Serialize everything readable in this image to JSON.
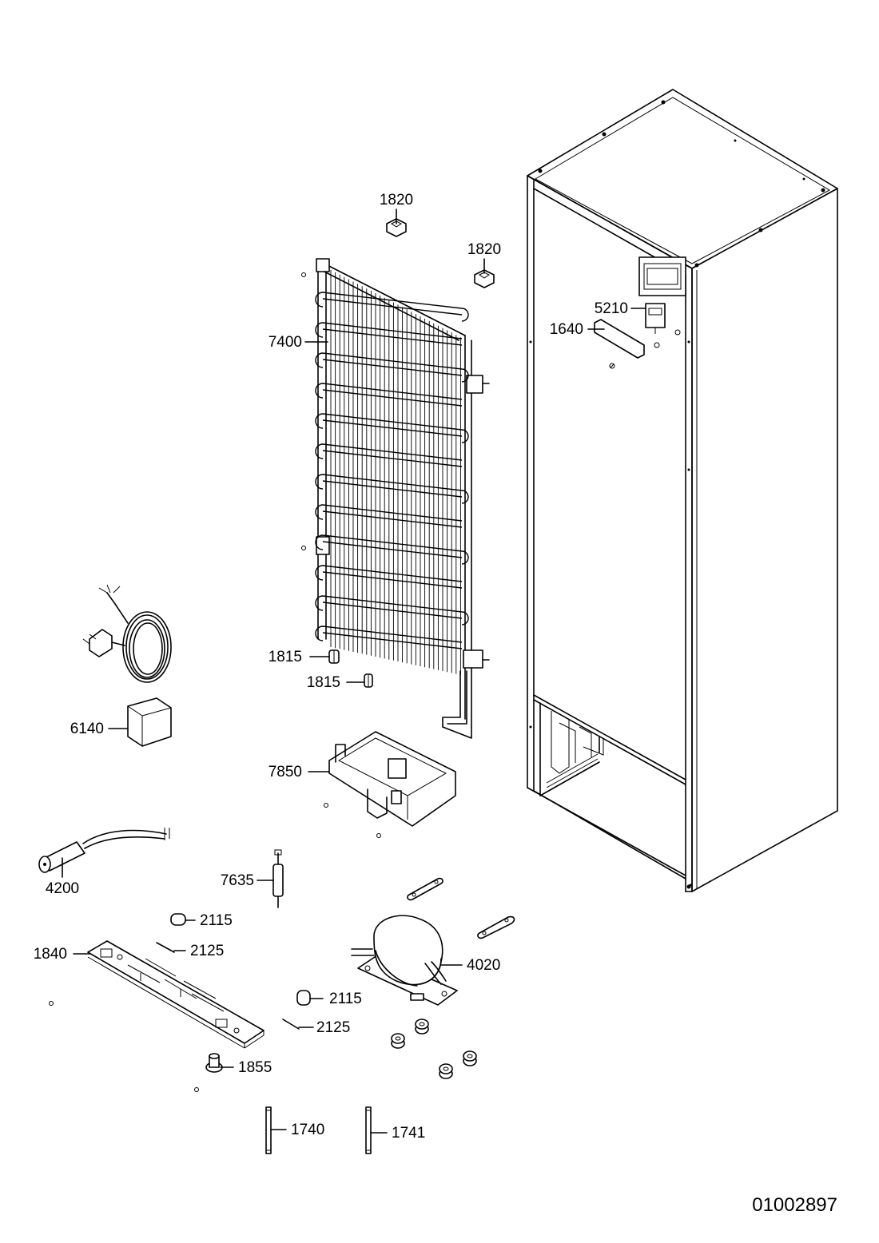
{
  "drawing_number": "01002897",
  "callouts": {
    "p1820a": "1820",
    "p1820b": "1820",
    "p5210": "5210",
    "p1640": "1640",
    "p7400": "7400",
    "p1815a": "1815",
    "p1815b": "1815",
    "p6140": "6140",
    "p7850": "7850",
    "p4200": "4200",
    "p7635": "7635",
    "p2115a": "2115",
    "p2125a": "2125",
    "p1840": "1840",
    "p4020": "4020",
    "p2115b": "2115",
    "p2125b": "2125",
    "p1855": "1855",
    "p1740": "1740",
    "p1741": "1741"
  }
}
